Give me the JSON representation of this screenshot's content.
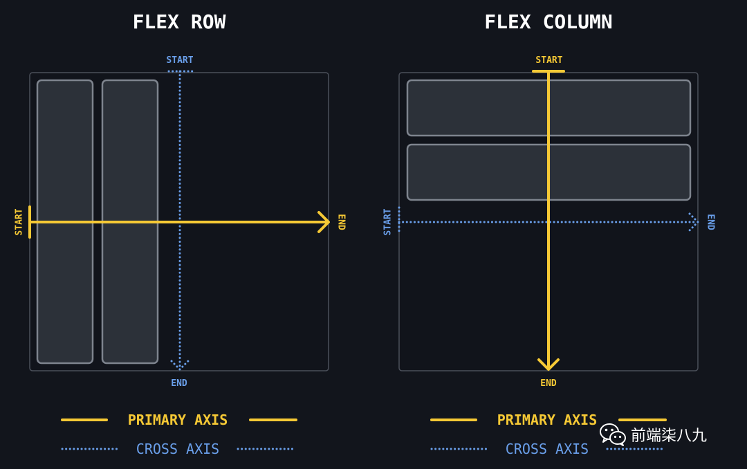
{
  "titles": {
    "row": "FLEX ROW",
    "column": "FLEX COLUMN"
  },
  "row_diagram": {
    "cross_start": "START",
    "cross_end": "END",
    "primary_start": "START",
    "primary_end": "END"
  },
  "column_diagram": {
    "primary_start": "START",
    "primary_end": "END",
    "cross_start": "START",
    "cross_end": "END"
  },
  "legend": {
    "primary": "PRIMARY AXIS",
    "cross": "CROSS AXIS"
  },
  "watermark": {
    "text": "前端柒八九",
    "icon": "wechat-icon"
  },
  "colors": {
    "background": "#12151c",
    "primary_axis": "#f6c935",
    "cross_axis": "#6a9fea",
    "item_fill": "#2c3139",
    "item_border": "#7e848e"
  }
}
